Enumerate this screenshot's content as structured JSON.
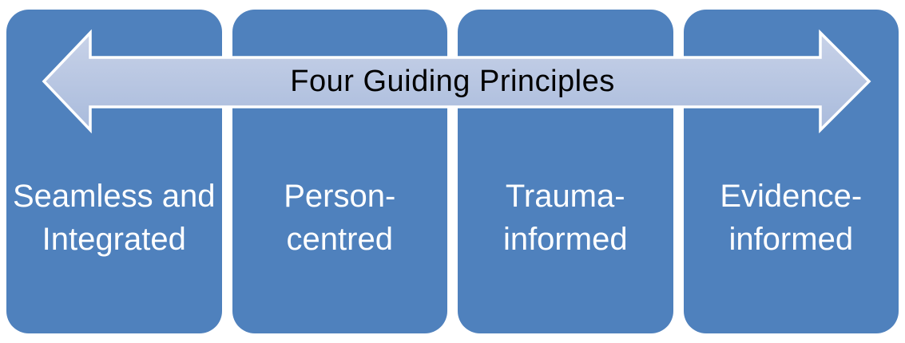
{
  "diagram": {
    "title": "Four Guiding Principles",
    "arrow": {
      "type": "double-headed-horizontal-arrow"
    },
    "colors": {
      "panel_blue": "#4f81bd",
      "panel_text": "#ffffff",
      "title_text": "#000000",
      "arrow_fill_top": "#c8d2e8",
      "arrow_fill_bottom": "#a9bbdc",
      "arrow_outline": "#ffffff",
      "background": "#ffffff"
    },
    "panels": [
      {
        "label": "Seamless and Integrated",
        "lines": [
          "Seamless and",
          "Integrated"
        ]
      },
      {
        "label": "Person-centred",
        "lines": [
          "Person-",
          "centred"
        ]
      },
      {
        "label": "Trauma-informed",
        "lines": [
          "Trauma-",
          "informed"
        ]
      },
      {
        "label": "Evidence-informed",
        "lines": [
          "Evidence-",
          "informed"
        ]
      }
    ]
  }
}
